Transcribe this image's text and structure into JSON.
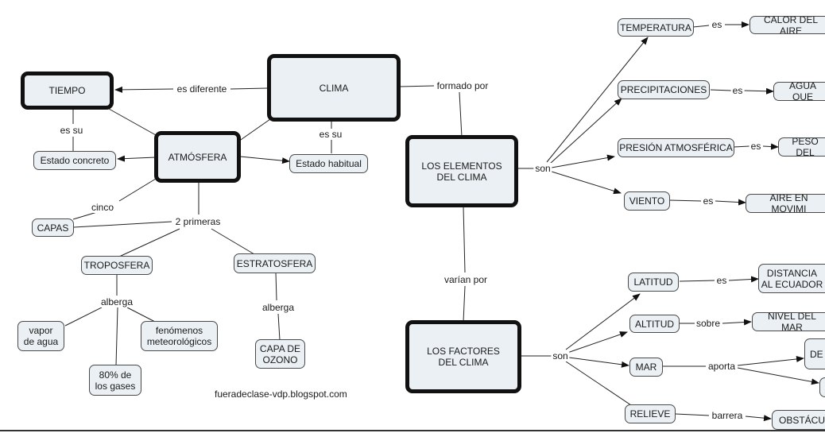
{
  "nodes": {
    "clima": "CLIMA",
    "tiempo": "TIEMPO",
    "atmosfera": "ATMÓSFERA",
    "estado_concreto": "Estado concreto",
    "estado_habitual": "Estado habitual",
    "capas": "CAPAS",
    "troposfera": "TROPOSFERA",
    "estratosfera": "ESTRATOSFERA",
    "vapor_agua": "vapor\nde agua",
    "gases_80": "80% de\nlos gases",
    "fenomenos": "fenómenos\nmeteorológicos",
    "capa_ozono": "CAPA DE\nOZONO",
    "elementos": "LOS ELEMENTOS\nDEL CLIMA",
    "factores": "LOS FACTORES\nDEL CLIMA",
    "temperatura": "TEMPERATURA",
    "precipitaciones": "PRECIPITACIONES",
    "presion": "PRESIÓN ATMOSFÉRICA",
    "viento": "VIENTO",
    "calor_aire": "CALOR DEL AIRE",
    "agua_que": "AGUA QUE",
    "peso_del": "PESO DEL",
    "aire_movim": "AIRE EN MOVIMI",
    "latitud": "LATITUD",
    "altitud": "ALTITUD",
    "mar": "MAR",
    "relieve": "RELIEVE",
    "distancia_ecuador": "DISTANCIA\nAL ECUADOR",
    "nivel_mar": "NIVEL DEL MAR",
    "mar_target": "DE",
    "obstaculo": "OBSTÁCUL"
  },
  "links": {
    "es_diferente": "es diferente",
    "es_su_tiempo": "es su",
    "es_su_clima": "es su",
    "cinco": "cinco",
    "dos_primeras": "2 primeras",
    "alberga_tropo": "alberga",
    "alberga_estrato": "alberga",
    "formado_por": "formado por",
    "varian_por": "varían por",
    "son_elementos": "son",
    "son_factores": "son",
    "es_temp": "es",
    "es_precip": "es",
    "es_presion": "es",
    "es_viento": "es",
    "es_latitud": "es",
    "sobre": "sobre",
    "aporta": "aporta",
    "barrera": "barrera"
  },
  "credit": "fueradeclase-vdp.blogspot.com"
}
